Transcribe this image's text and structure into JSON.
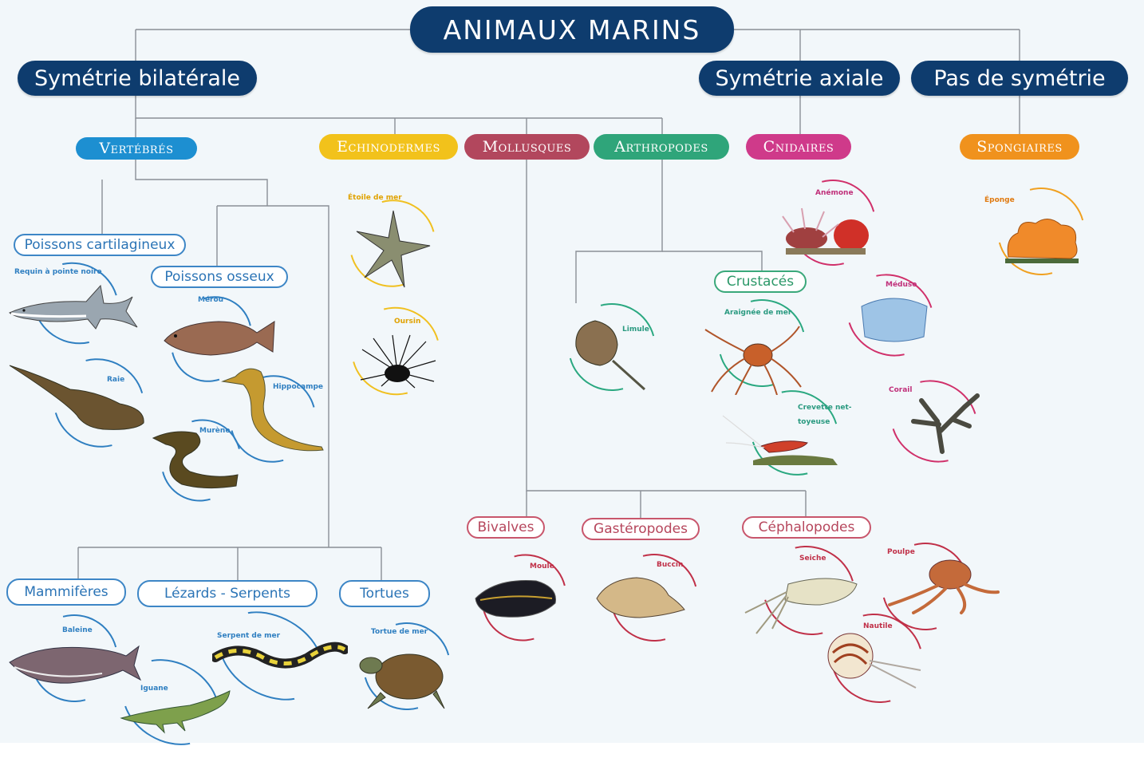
{
  "title": "ANIMAUX MARINS",
  "groups": {
    "bilateral": "Symétrie bilatérale",
    "axial": "Symétrie axiale",
    "none": "Pas de symétrie"
  },
  "categories": {
    "vertebres": "Vertébrés",
    "echinodermes": "Echinodermes",
    "mollusques": "Mollusques",
    "arthropodes": "Arthropodes",
    "cnidaires": "Cnidaires",
    "spongiaires": "Spongiaires"
  },
  "subcategories": {
    "cartilagineux": "Poissons cartilagineux",
    "osseux": "Poissons osseux",
    "mammiferes": "Mammifères",
    "lezards": "Lézards - Serpents",
    "tortues": "Tortues",
    "crustaces": "Crustacés",
    "bivalves": "Bivalves",
    "gasteropodes": "Gastéropodes",
    "cephalopodes": "Céphalopodes"
  },
  "animals": {
    "requin": "Requin à pointe noire",
    "raie": "Raie",
    "merou": "Mérou",
    "hippocampe": "Hippocampe",
    "murene": "Murène",
    "baleine": "Baleine",
    "iguane": "Iguane",
    "serpent": "Serpent de mer",
    "tortue": "Tortue de mer",
    "etoile": "Étoile de mer",
    "oursin": "Oursin",
    "limule": "Limule",
    "araignee": "Araignée de mer",
    "crevette": "Crevette net-toyeuse",
    "moule": "Moule",
    "buccin": "Buccin",
    "seiche": "Seiche",
    "poulpe": "Poulpe",
    "nautile": "Nautile",
    "anemone": "Anémone",
    "meduse": "Méduse",
    "corail": "Corail",
    "eponge": "Éponge"
  },
  "colors": {
    "dark_blue": "#0e3c6e",
    "vertebres": "#1d8fd1",
    "echinodermes": "#f2c21b",
    "mollusques": "#b2475d",
    "arthropodes": "#2fa57a",
    "cnidaires": "#cf3a8a",
    "spongiaires": "#f0921d"
  }
}
